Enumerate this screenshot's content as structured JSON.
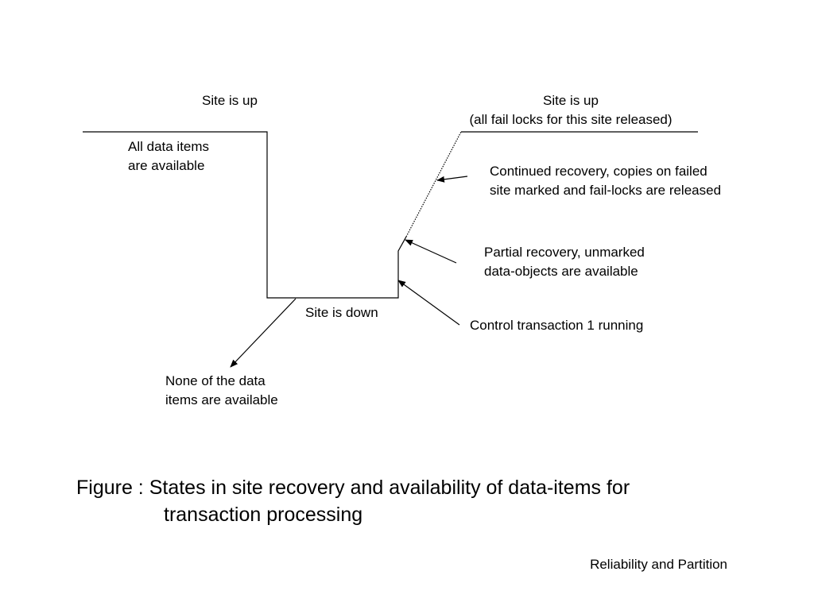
{
  "labels": {
    "site_up_left": "Site is up",
    "site_up_right_line1": "Site is up",
    "site_up_right_line2": "(all fail locks for this site released)",
    "all_available_line1": "All data items",
    "all_available_line2": "are available",
    "continued_line1": "Continued recovery, copies on failed",
    "continued_line2": "site marked and fail-locks are released",
    "partial_line1": "Partial recovery, unmarked",
    "partial_line2": "data-objects are available",
    "site_down": "Site is down",
    "control": "Control transaction 1 running",
    "none_line1": "None of the data",
    "none_line2": "items are available"
  },
  "caption": {
    "line1": "Figure : States in site recovery and availability of data-items for",
    "line2": "transaction processing"
  },
  "footer": "Reliability and Partition"
}
